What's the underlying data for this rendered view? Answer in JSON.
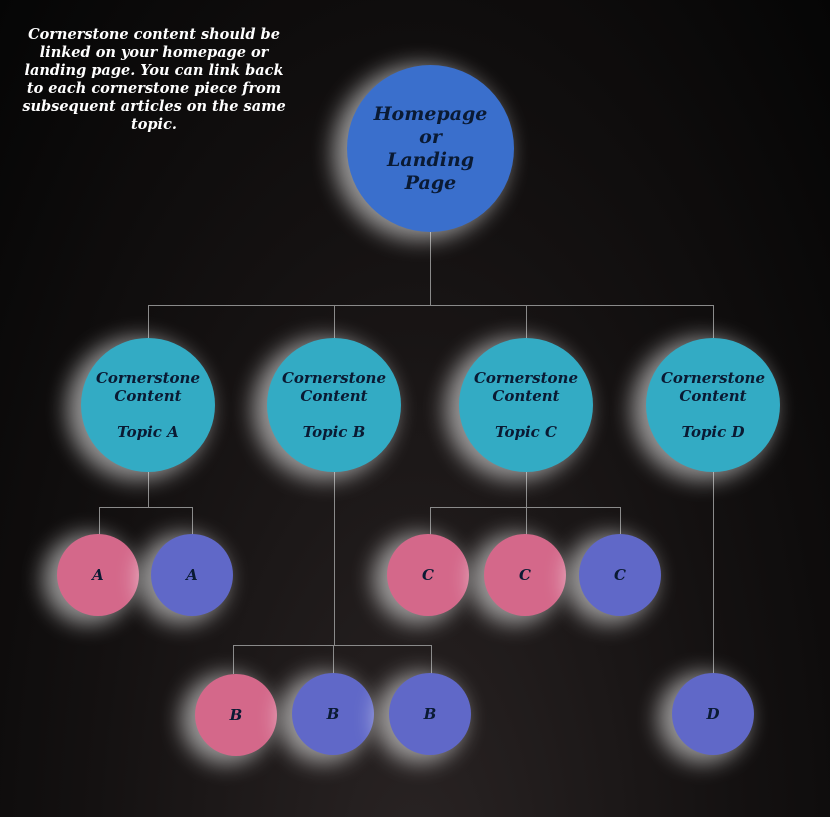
{
  "note": "Cornerstone content should be linked on your homepage or landing page. You can link back to each cornerstone piece from subsequent articles on the same topic.",
  "root": {
    "lines": [
      "Homepage",
      "or",
      "Landing",
      "Page"
    ]
  },
  "topics": [
    {
      "line1": "Cornerstone",
      "line2": "Content",
      "topic": "Topic A"
    },
    {
      "line1": "Cornerstone",
      "line2": "Content",
      "topic": "Topic B"
    },
    {
      "line1": "Cornerstone",
      "line2": "Content",
      "topic": "Topic C"
    },
    {
      "line1": "Cornerstone",
      "line2": "Content",
      "topic": "Topic D"
    }
  ],
  "leaves": {
    "a": [
      "A",
      "A"
    ],
    "b": [
      "B",
      "B",
      "B"
    ],
    "c": [
      "C",
      "C",
      "C"
    ],
    "d": [
      "D"
    ]
  },
  "colors": {
    "root": "#3a6fcc",
    "topic": "#33abc4",
    "pink": "#d4688a",
    "purple": "#6068c8",
    "line": "#8a8a8a"
  }
}
